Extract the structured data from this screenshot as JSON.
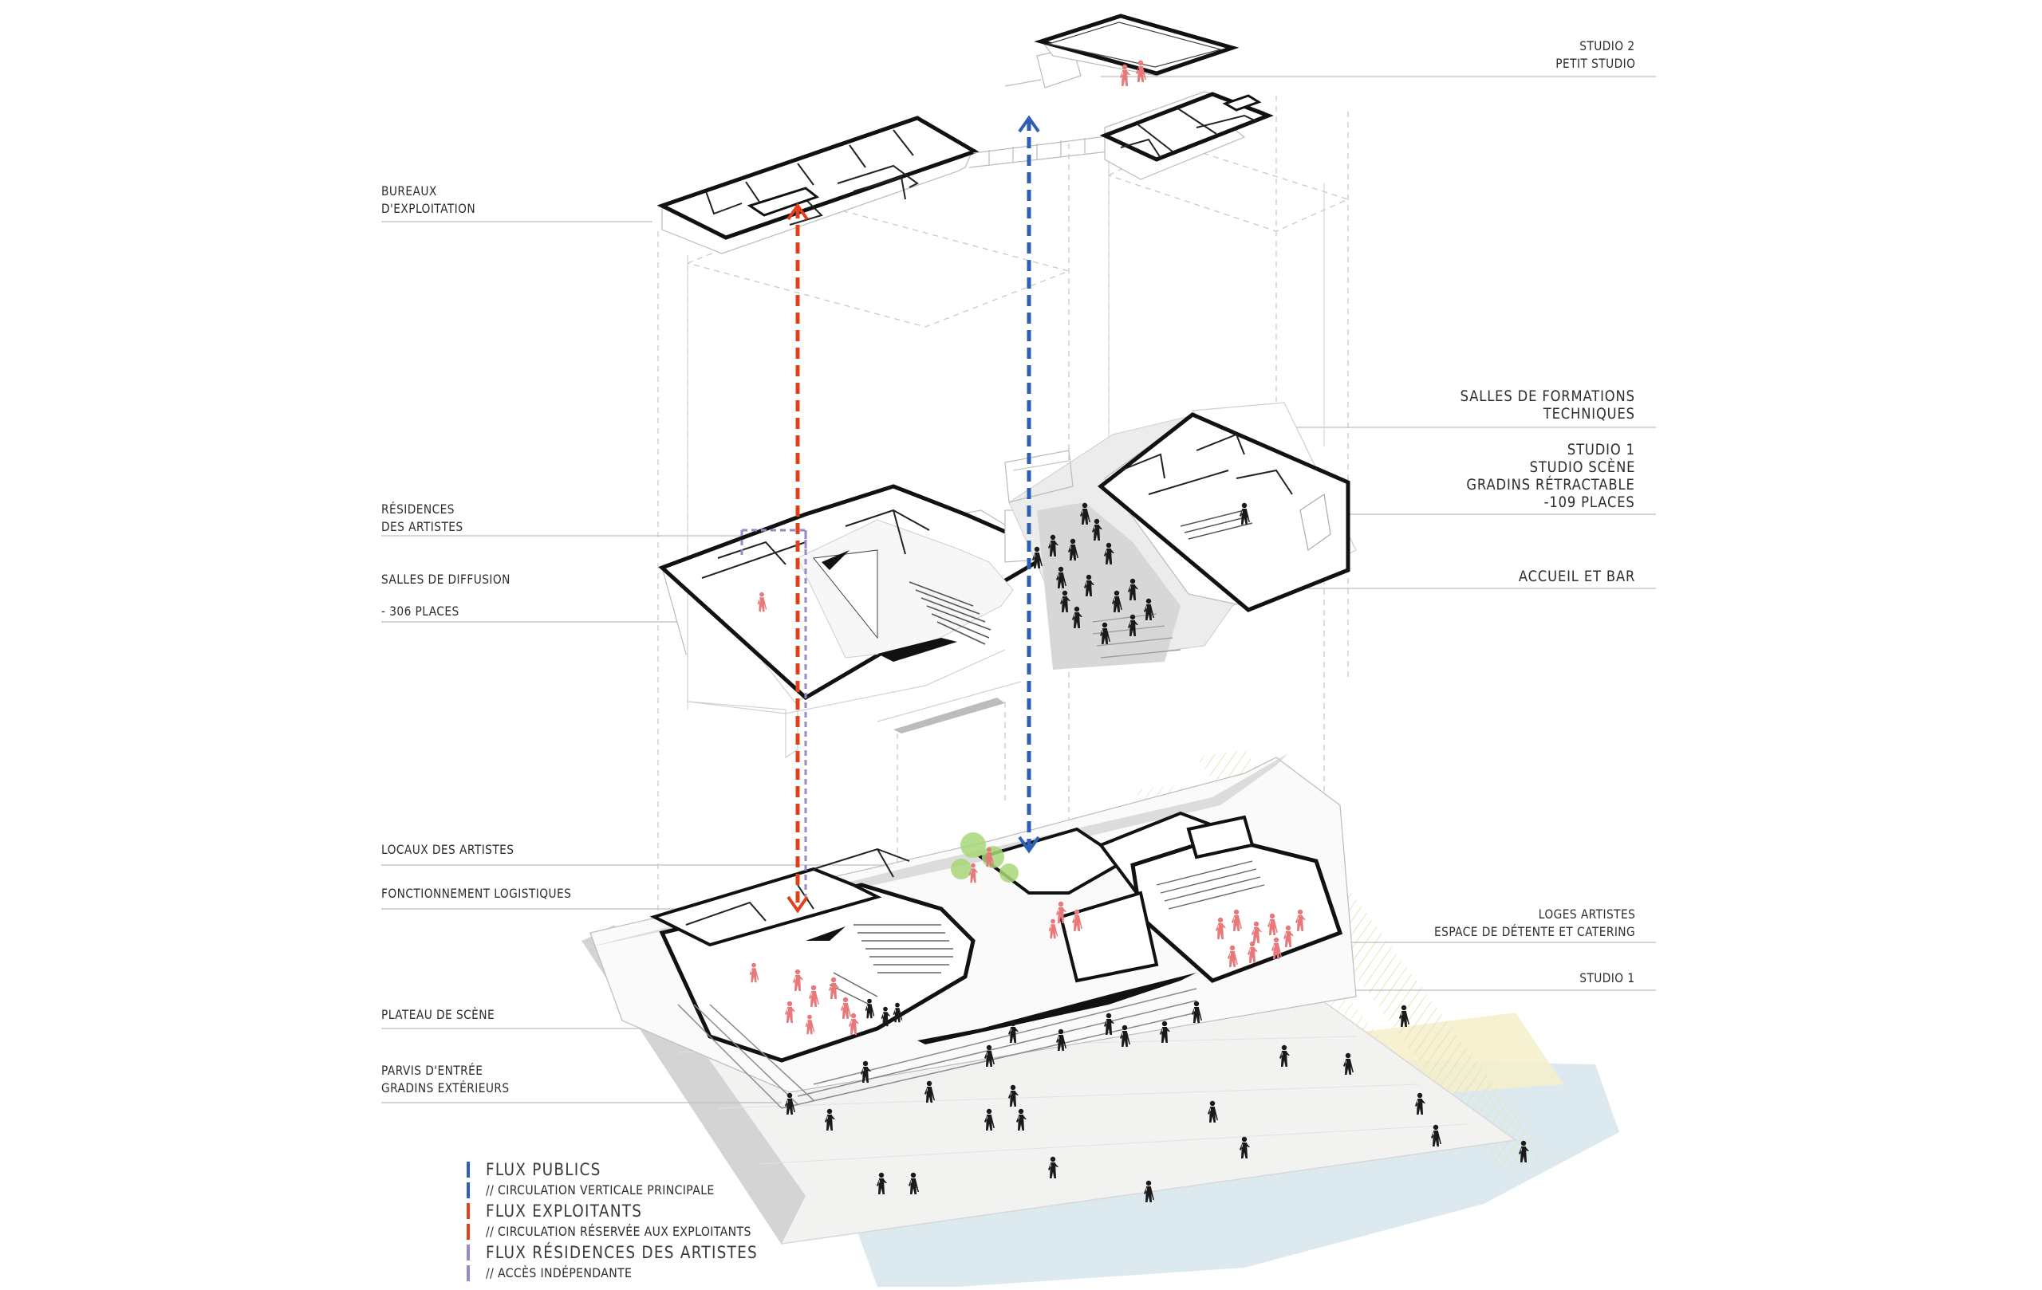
{
  "labels": {
    "studio2": "STUDIO 2",
    "petit_studio": "PETIT STUDIO",
    "bureaux": "BUREAUX",
    "exploitation": "D'EXPLOITATION",
    "salles_formations": "SALLES DE FORMATIONS",
    "techniques": "TECHNIQUES",
    "studio1_a": "STUDIO 1",
    "studio_scene": "STUDIO SCÈNE",
    "gradins_retractable": "GRADINS RÉTRACTABLE",
    "places_109": "-109 PLACES",
    "residences": "RÉSIDENCES",
    "des_artistes": "DES ARTISTES",
    "salles_diffusion": "SALLES DE DIFFUSION",
    "places_306": " - 306 PLACES",
    "accueil_bar": "ACCUEIL ET BAR",
    "locaux_artistes": "LOCAUX DES ARTISTES",
    "fonctionnement": "FONCTIONNEMENT LOGISTIQUES",
    "loges_artistes": "LOGES ARTISTES",
    "espace_detente": "ESPACE DE DÉTENTE ET CATERING",
    "studio1_b": "STUDIO 1",
    "plateau": "PLATEAU DE SCÈNE",
    "parvis": "PARVIS D'ENTRÉE",
    "gradins_ext": "GRADINS EXTÉRIEURS"
  },
  "legend": [
    {
      "text": "FLUX PUBLICS",
      "style": "heading",
      "color": "#2d5fb4"
    },
    {
      "text": "// CIRCULATION VERTICALE PRINCIPALE",
      "style": "sub",
      "color": "#2d5fb4"
    },
    {
      "text": "FLUX EXPLOITANTS",
      "style": "heading",
      "color": "#e0401c"
    },
    {
      "text": "// CIRCULATION RÉSERVÉE AUX EXPLOITANTS",
      "style": "sub",
      "color": "#e0401c"
    },
    {
      "text": "FLUX RÉSIDENCES DES ARTISTES",
      "style": "heading",
      "color": "#9b86c8"
    },
    {
      "text": "// ACCÈS INDÉPENDANTE",
      "style": "sub",
      "color": "#9b86c8"
    }
  ],
  "colors": {
    "wall": "#111111",
    "guide": "#bdbdbd",
    "public_flow": "#2d5fb4",
    "staff_flow": "#e0401c",
    "residence_flow": "#9b86c8",
    "people_performers": "#e8787a",
    "people_public": "#1a1a1a",
    "water": "#d6e6ec",
    "sand": "#f4efcc",
    "vegetation": "#a8d878",
    "floor_grey": "#cfcfcf"
  }
}
